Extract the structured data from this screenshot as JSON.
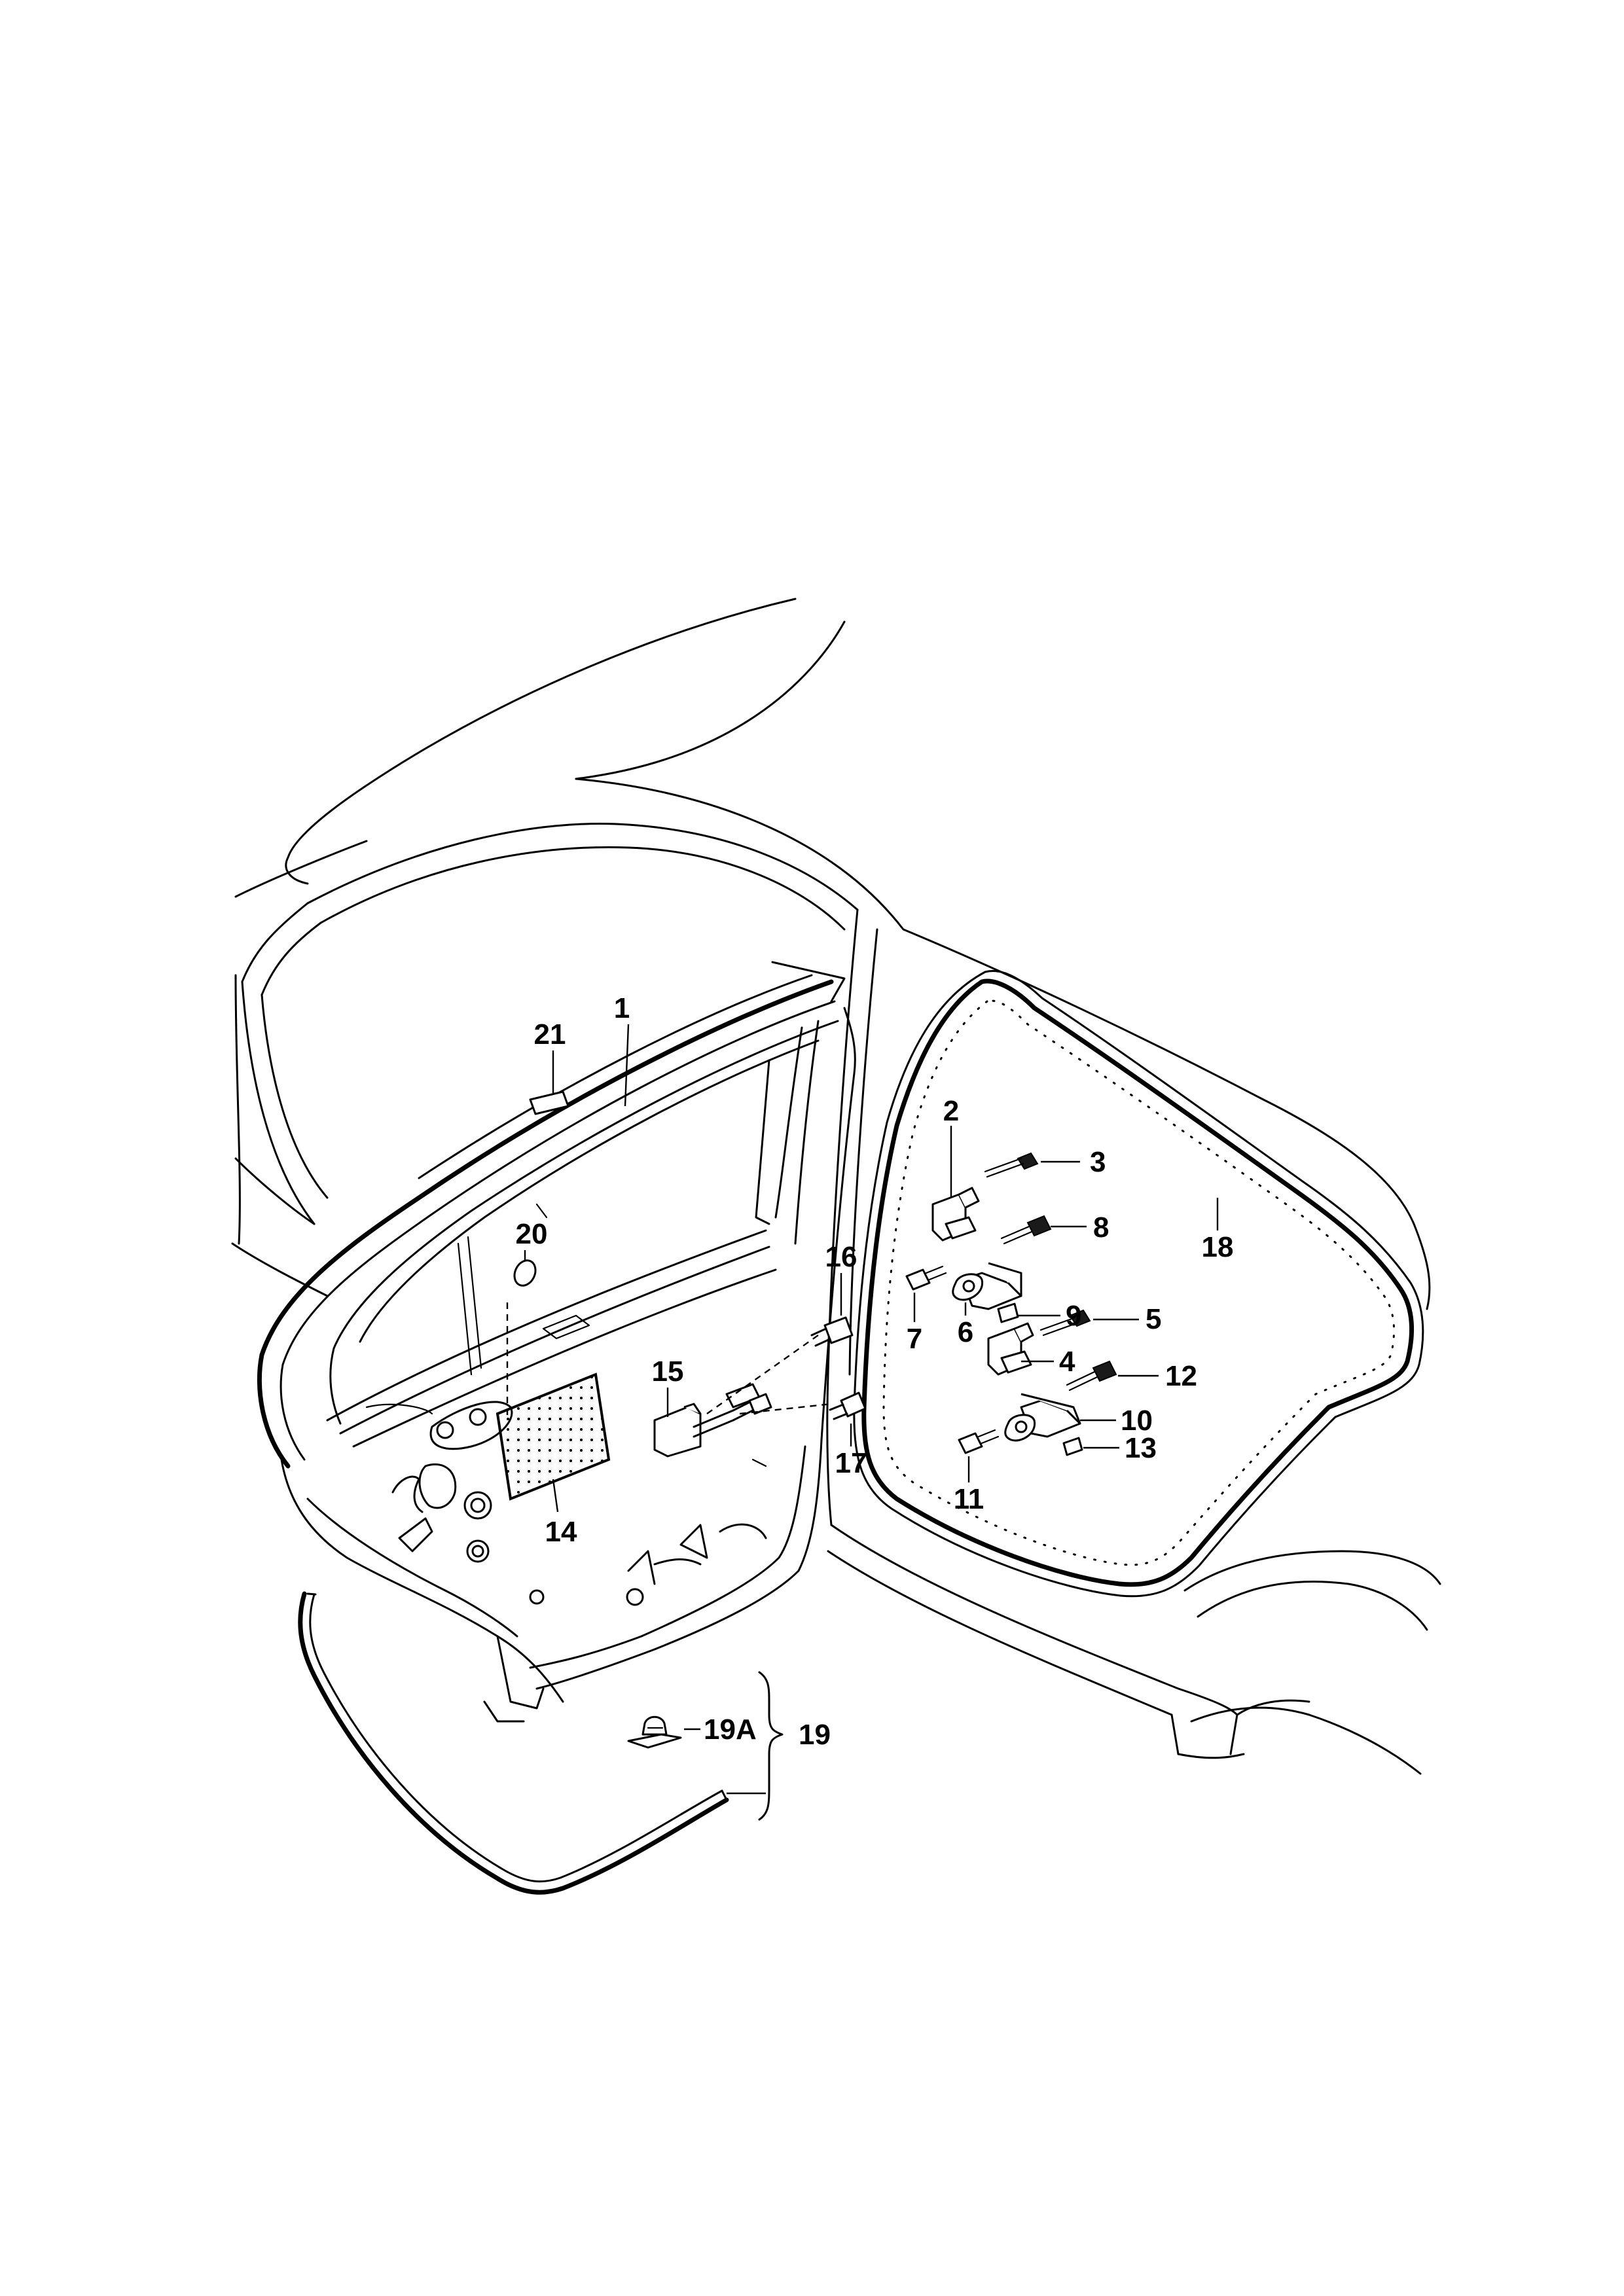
{
  "diagram": {
    "callouts": {
      "c1": "1",
      "c2": "2",
      "c3": "3",
      "c4": "4",
      "c5": "5",
      "c6": "6",
      "c7": "7",
      "c8": "8",
      "c9": "9",
      "c10": "10",
      "c11": "11",
      "c12": "12",
      "c13": "13",
      "c14": "14",
      "c15": "15",
      "c16": "16",
      "c17": "17",
      "c18": "18",
      "c19": "19",
      "c19a": "19A",
      "c20": "20",
      "c21": "21"
    }
  }
}
